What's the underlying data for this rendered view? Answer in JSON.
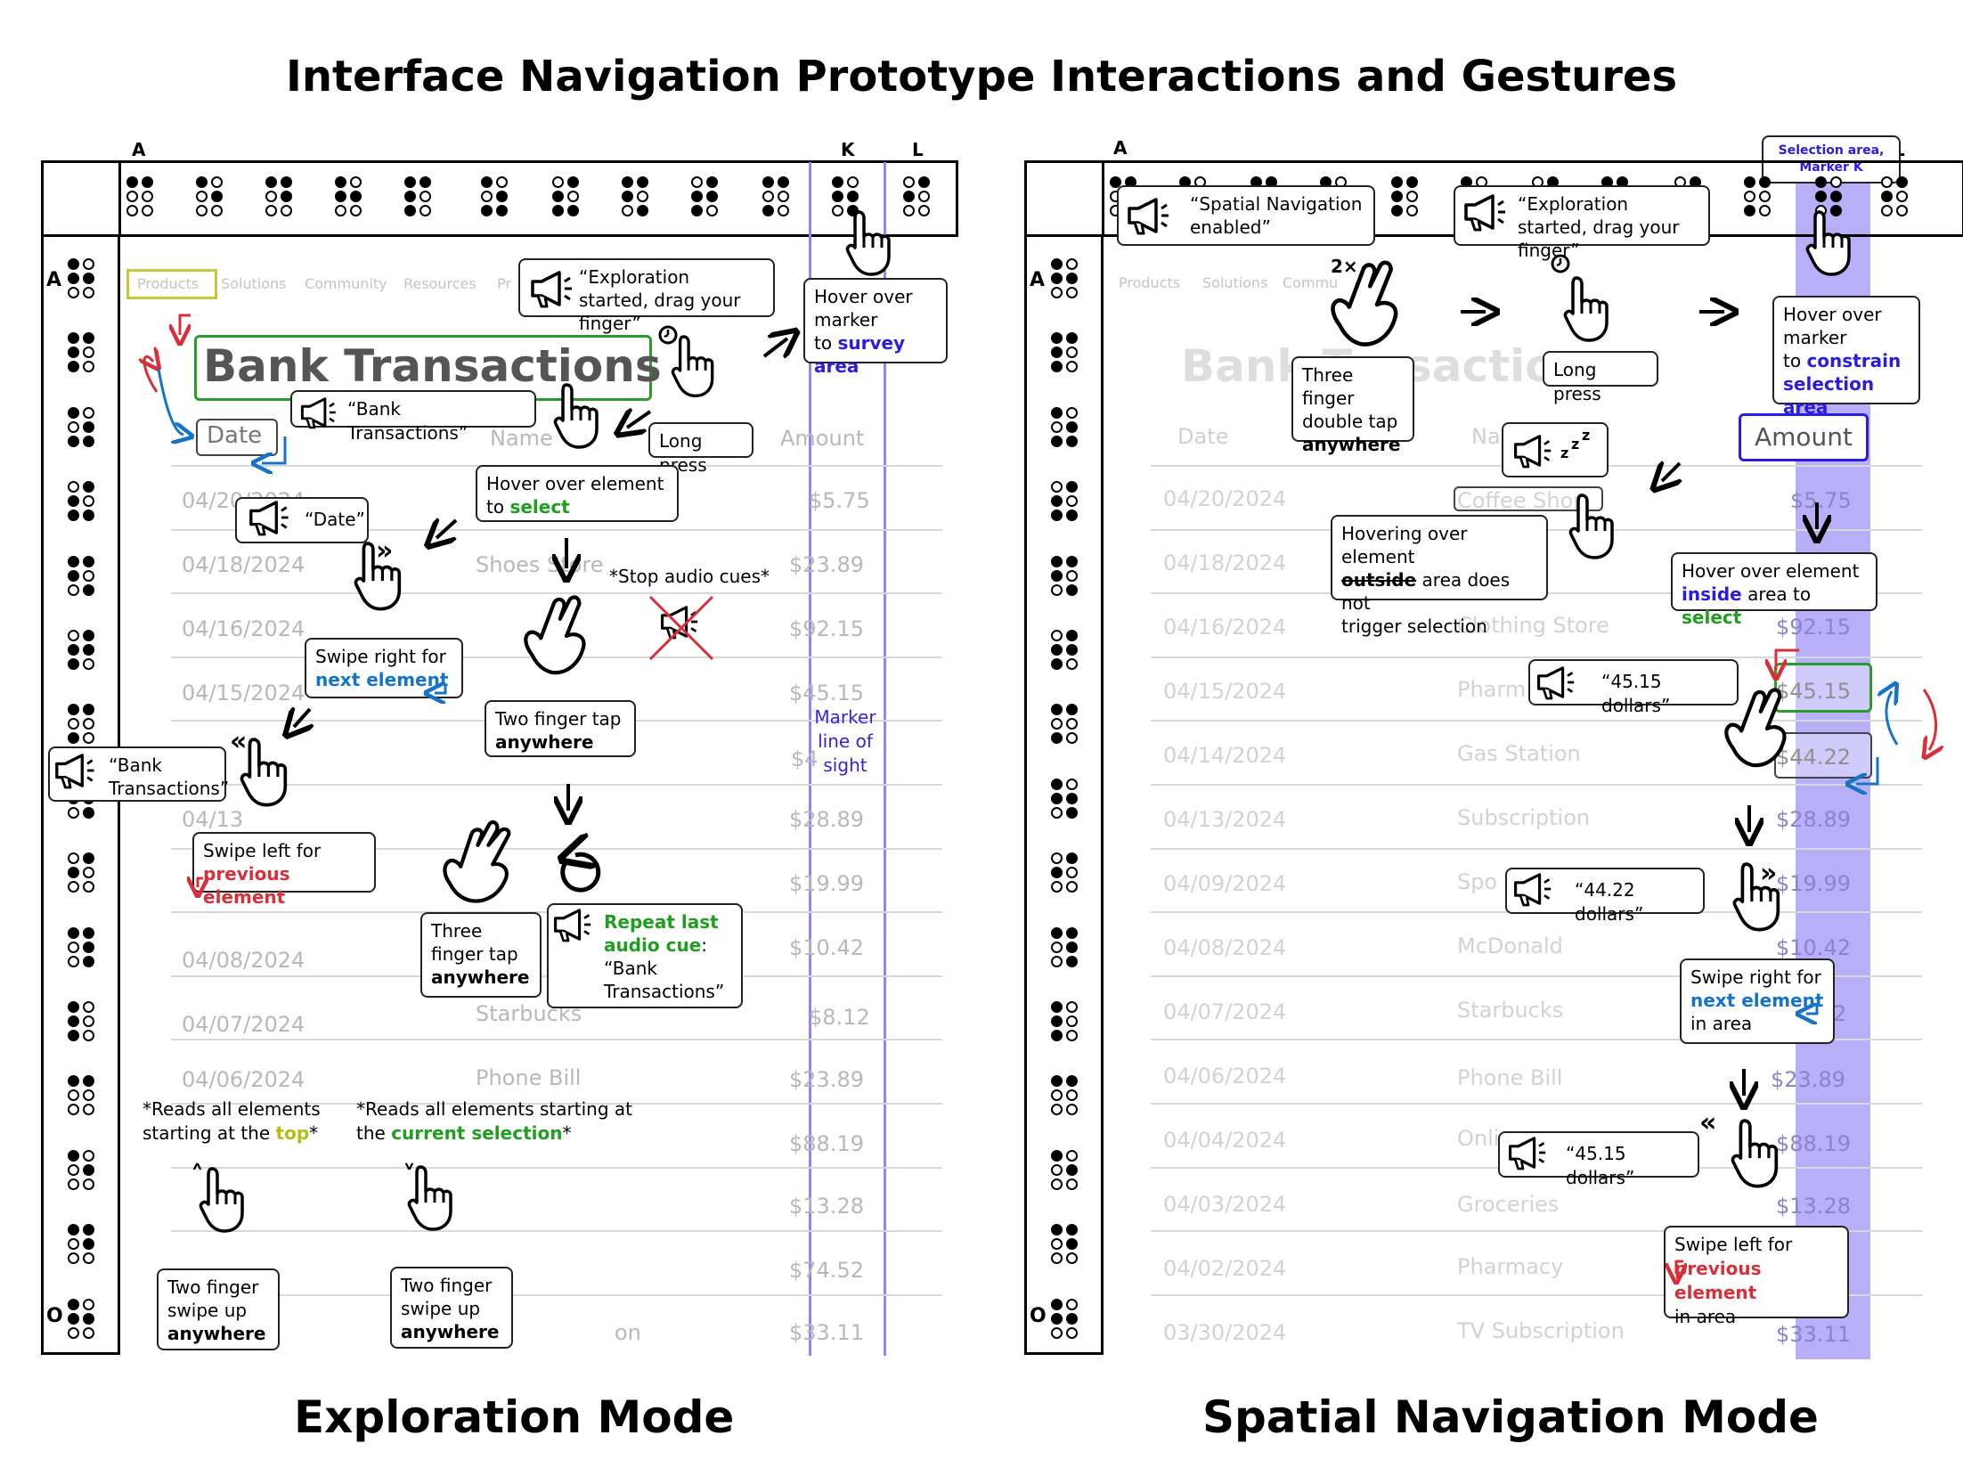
{
  "title": "Interface Navigation Prototype Interactions and Gestures",
  "colors": {
    "next_blue": "#1573c8",
    "select_green": "#1f9e1f",
    "previous_red": "#d8303a",
    "marker_purple": "#2a1ce0",
    "top_yellow": "#b4be1a",
    "marker_area": "#7c6ef0"
  },
  "icons": [
    "megaphone-icon",
    "hand-pointer-icon",
    "two-finger-hand-icon",
    "three-finger-hand-icon",
    "clock-icon",
    "arrow-icon",
    "replay-icon",
    "muted-megaphone-icon",
    "sleep-z-icon"
  ],
  "exploration": {
    "footer": "Exploration Mode",
    "col_a": "A",
    "col_k": "K",
    "col_l": "L",
    "row_a": "A",
    "row_o": "O",
    "nav": {
      "products": "Products",
      "solutions": "Solutions",
      "community": "Community",
      "resources": "Resources",
      "pr": "Pr"
    },
    "page_title": "Bank Transactions",
    "date_header": "Date",
    "name_header": "Name",
    "amount_header": "Amount",
    "dates": [
      "04/20/2024",
      "04/18/2024",
      "04/16/2024",
      "04/15/2024",
      "04/13",
      "04/08/2024",
      "04/07/2024",
      "04/06/2024"
    ],
    "names": [
      "Shoes Store",
      "Starbucks",
      "Phone Bill",
      "on"
    ],
    "amounts": [
      "$5.75",
      "$23.89",
      "$92.15",
      "$45.15",
      "$4",
      "$28.89",
      "$19.99",
      "$10.42",
      "$8.12",
      "$23.89",
      "$88.19",
      "$13.28",
      "$74.52",
      "$33.11"
    ],
    "speech_exploration_started": "“Exploration started, drag your finger”",
    "hover_marker": [
      "Hover over",
      "marker",
      "to "
    ],
    "hover_marker_hl": "survey area",
    "speech_bank": "“Bank Transactions”",
    "long_press": "Long press",
    "hover_element": "Hover over element",
    "hover_element_to": "to ",
    "hover_element_hl": "select",
    "speech_date": "“Date”",
    "stop_audio": "*Stop audio cues*",
    "swipe_right": "Swipe right for",
    "next_element": "next element",
    "two_finger_tap": "Two finger tap",
    "anywhere": "anywhere",
    "marker_los": [
      "Marker",
      "line of",
      "sight"
    ],
    "speech_bank_split": [
      "“Bank",
      "Transactions”"
    ],
    "swipe_left": "Swipe left for",
    "previous_element": "previous element",
    "three_finger_tap": [
      "Three",
      "finger tap"
    ],
    "repeat_last": [
      "Repeat last",
      "audio cue"
    ],
    "repeat_colon": ":",
    "repeat_speech": [
      "“Bank",
      "Transactions”"
    ],
    "reads_top": [
      "*Reads all elements",
      "starting at the "
    ],
    "reads_top_hl": "top",
    "reads_top_end": "*",
    "reads_current": [
      "*Reads all elements starting at",
      "the "
    ],
    "reads_current_hl": "current selection",
    "reads_current_end": "*",
    "two_finger_swipe_up": [
      "Two finger",
      "swipe up"
    ]
  },
  "spatial": {
    "footer": "Spatial Navigation Mode",
    "col_a": "A",
    "col_l": "L",
    "row_a": "A",
    "row_o": "O",
    "selection_area_label": [
      "Selection area,",
      "Marker K"
    ],
    "speech_spatial_enabled": "“Spatial Navigation enabled”",
    "speech_exploration_started": "“Exploration started, drag your finger”",
    "nav": {
      "products": "Products",
      "solutions": "Solutions",
      "community": "Commu"
    },
    "double_tap_count": "2×",
    "page_title_part1": "Bank T",
    "page_title_part2": "sactio",
    "three_finger_double_tap": [
      "Three finger",
      "double tap"
    ],
    "anywhere": "anywhere",
    "long_press": "Long press",
    "hover_marker": [
      "Hover over",
      "marker",
      "to "
    ],
    "hover_marker_hl": [
      "constrain",
      "selection area"
    ],
    "date_header": "Date",
    "name_header": "Na",
    "amount_header": "Amount",
    "dates": [
      "04/20/2024",
      "04/18/2024",
      "04/16/2024",
      "04/15/2024",
      "04/14/2024",
      "04/13/2024",
      "04/09/2024",
      "04/08/2024",
      "04/07/2024",
      "04/06/2024",
      "04/04/2024",
      "04/03/2024",
      "04/02/2024",
      "03/30/2024"
    ],
    "names": [
      "Coffee Shop",
      "Clothing Store",
      "Pharm",
      "Gas Station",
      "Subscription",
      "Spo",
      "McDonald",
      "Starbucks",
      "Phone Bill",
      "Onli",
      "Groceries",
      "Pharmacy",
      "TV Subscription"
    ],
    "amounts": [
      "$5.75",
      "$92.15",
      "$45.15",
      "$44.22",
      "$28.89",
      "$19.99",
      "$10.42",
      "2",
      "$23.89",
      "$88.19",
      "$13.28",
      "$33.11"
    ],
    "hovering_outside": [
      "Hovering over element",
      "outside",
      " area does not",
      "trigger selection"
    ],
    "hover_inside": [
      "Hover over element",
      "inside",
      " area to ",
      "select"
    ],
    "speech_4515": "“45.15 dollars”",
    "speech_4422": "“44.22 dollars”",
    "swipe_right": "Swipe right for",
    "next_element": "next element",
    "in_area": "in area",
    "swipe_left": "Swipe left for",
    "previous_element": "previous element"
  }
}
